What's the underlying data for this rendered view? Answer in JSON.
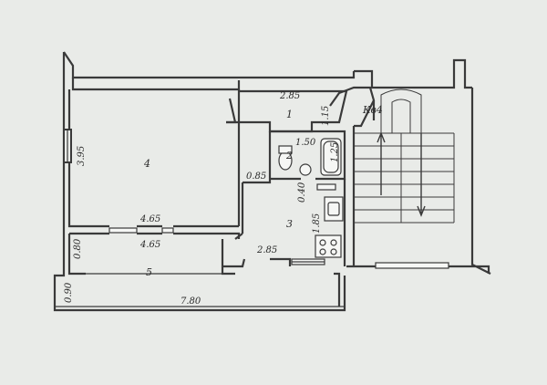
{
  "labels": {
    "apartment": "Кв4",
    "room_1": "1",
    "room_2": "2",
    "room_3": "3",
    "room_4": "4",
    "room_5": "5"
  },
  "dimensions": {
    "top_corridor_width": "2.85",
    "corridor_depth": "1.15",
    "bath_width": "1.50",
    "bath_depth": "1.25",
    "room4_height": "3.95",
    "toilet_width": "0.85",
    "kitchen_strip": "0.40",
    "kitchen_depth": "1.85",
    "room4_width": "4.65",
    "loggia_width": "4.65",
    "loggia_depth": "0.80",
    "kitchen_bottom_width": "2.85",
    "balcony_depth": "0.90",
    "overall_width": "7.80"
  },
  "colors": {
    "paper": "#e9ebe8",
    "ink": "#3a3a3a"
  }
}
